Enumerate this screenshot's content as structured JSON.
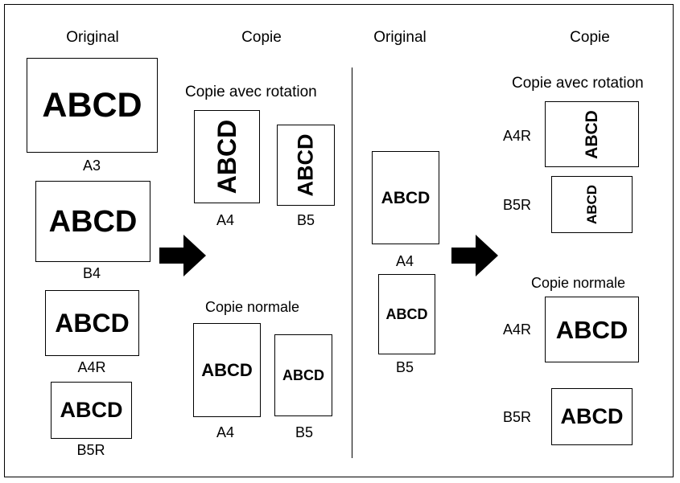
{
  "left": {
    "header_original": "Original",
    "header_copie": "Copie",
    "originals": [
      {
        "sample": "ABCD",
        "size": "A3"
      },
      {
        "sample": "ABCD",
        "size": "B4"
      },
      {
        "sample": "ABCD",
        "size": "A4R"
      },
      {
        "sample": "ABCD",
        "size": "B5R"
      }
    ],
    "rotation": {
      "title": "Copie avec rotation",
      "items": [
        {
          "sample": "ABCD",
          "size": "A4"
        },
        {
          "sample": "ABCD",
          "size": "B5"
        }
      ]
    },
    "normal": {
      "title": "Copie normale",
      "items": [
        {
          "sample": "ABCD",
          "size": "A4"
        },
        {
          "sample": "ABCD",
          "size": "B5"
        }
      ]
    }
  },
  "right": {
    "header_original": "Original",
    "header_copie": "Copie",
    "originals": [
      {
        "sample": "ABCD",
        "size": "A4"
      },
      {
        "sample": "ABCD",
        "size": "B5"
      }
    ],
    "rotation": {
      "title": "Copie avec rotation",
      "items": [
        {
          "sample": "ABCD",
          "size": "A4R"
        },
        {
          "sample": "ABCD",
          "size": "B5R"
        }
      ]
    },
    "normal": {
      "title": "Copie normale",
      "items": [
        {
          "sample": "ABCD",
          "size": "A4R"
        },
        {
          "sample": "ABCD",
          "size": "B5R"
        }
      ]
    }
  },
  "colors": {
    "line": "#000000",
    "background": "#ffffff"
  },
  "icons": {
    "arrow": "right-arrow-icon"
  }
}
